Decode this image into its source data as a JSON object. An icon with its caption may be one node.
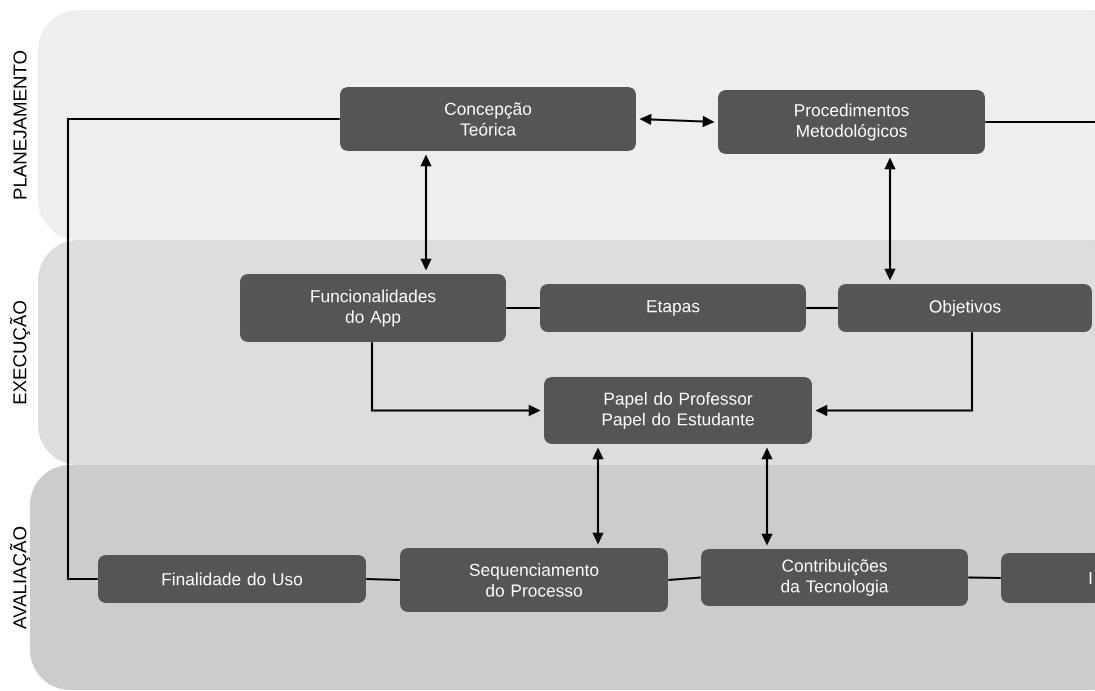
{
  "diagram": {
    "nodes": [
      {
        "text": [
          "PLANEJAMENTO"
        ]
      },
      {
        "text": [
          "Concepção Teórica"
        ],
        "in": 0
      },
      {
        "text": [
          "Procedimentos Metodológicos"
        ],
        "in": 0
      },
      {
        "text": [
          "EXECUÇÃO"
        ]
      },
      {
        "text": [
          "Funcionalidades do App"
        ],
        "in": 3
      },
      {
        "text": [
          "Etapas"
        ],
        "in": 3
      },
      {
        "text": [
          "Objetivos"
        ],
        "in": 3
      },
      {
        "text": [
          "Papel do Professor Papel do Estudante"
        ],
        "in": 3
      },
      {
        "text": [
          "AVALIAÇÃO"
        ]
      },
      {
        "text": [
          "Finalidade do Uso"
        ],
        "in": 8
      },
      {
        "text": [
          "Sequenciamento do Processo"
        ],
        "in": 8
      },
      {
        "text": [
          "Contribuições da Tecnologia"
        ],
        "in": 8
      },
      {
        "text": [
          "I"
        ],
        "in": 8
      }
    ],
    "edges": [
      {
        "from": 1,
        "to": 2,
        "arrow": "both"
      },
      {
        "from": 1,
        "to": 4,
        "arrow": "both"
      },
      {
        "from": 2,
        "to": 6,
        "arrow": "both"
      },
      {
        "from": 4,
        "to": 5,
        "arrow": "none"
      },
      {
        "from": 5,
        "to": 6,
        "arrow": "none"
      },
      {
        "from": 4,
        "to": 7,
        "arrow": "to"
      },
      {
        "from": 6,
        "to": 7,
        "arrow": "to"
      },
      {
        "from": 7,
        "to": 10,
        "arrow": "both"
      },
      {
        "from": 7,
        "to": 11,
        "arrow": "both"
      },
      {
        "from": 9,
        "to": 10,
        "arrow": "none"
      },
      {
        "from": 10,
        "to": 11,
        "arrow": "none"
      },
      {
        "from": 11,
        "to": 12,
        "arrow": "none"
      },
      {
        "from": 1,
        "to": 9,
        "arrow": "none"
      },
      {
        "from": 2,
        "to": null,
        "arrow": "none"
      }
    ]
  }
}
